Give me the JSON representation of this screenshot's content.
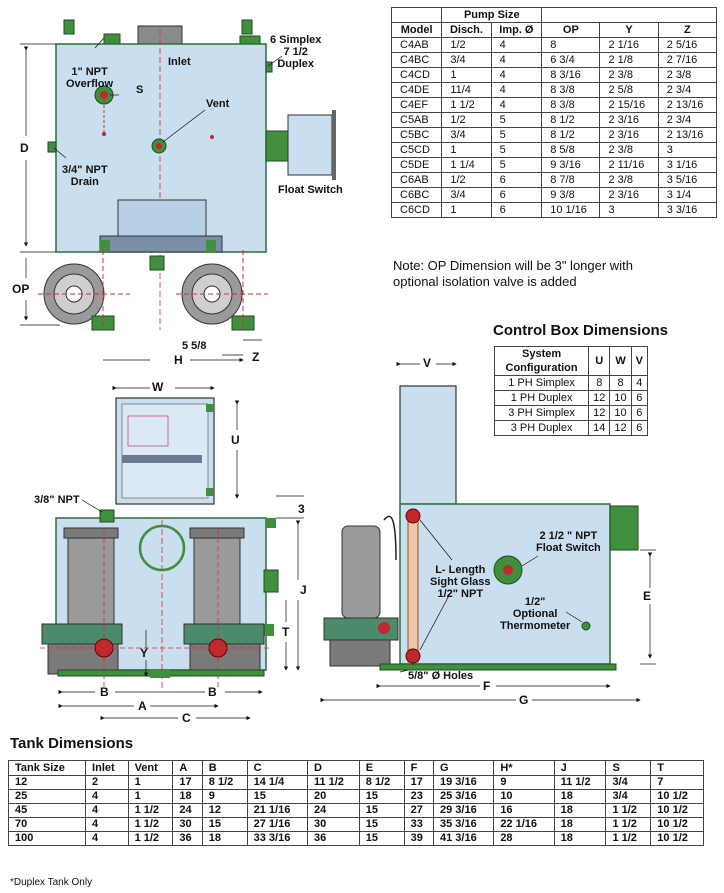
{
  "front_view": {
    "labels": {
      "simplex_duplex": [
        "6 Simplex",
        "7 1/2",
        "Duplex"
      ],
      "inlet": "Inlet",
      "overflow": [
        "1\" NPT",
        "Overflow"
      ],
      "s": "S",
      "vent": "Vent",
      "drain": [
        "3/4\" NPT",
        "Drain"
      ],
      "float_switch": "Float Switch",
      "d": "D",
      "op": "OP",
      "five_5_8": "5 5/8",
      "z": "Z",
      "h": "H"
    }
  },
  "pump_table": {
    "group_header": "Pump Size",
    "headers": [
      "Model",
      "Disch.",
      "Imp. Ø",
      "OP",
      "Y",
      "Z"
    ],
    "rows": [
      [
        "C4AB",
        "1/2",
        "4",
        "8",
        "2 1/16",
        "2 5/16"
      ],
      [
        "C4BC",
        "3/4",
        "4",
        "6 3/4",
        "2 1/8",
        "2 7/16"
      ],
      [
        "C4CD",
        "1",
        "4",
        "8 3/16",
        "2 3/8",
        "2 3/8"
      ],
      [
        "C4DE",
        "11/4",
        "4",
        "8 3/8",
        "2 5/8",
        "2 3/4"
      ],
      [
        "C4EF",
        "1 1/2",
        "4",
        "8 3/8",
        "2 15/16",
        "2 13/16"
      ],
      [
        "C5AB",
        "1/2",
        "5",
        "8 1/2",
        "2 3/16",
        "2 3/4"
      ],
      [
        "C5BC",
        "3/4",
        "5",
        "8 1/2",
        "2 3/16",
        "2 13/16"
      ],
      [
        "C5CD",
        "1",
        "5",
        "8 5/8",
        "2 3/8",
        "3"
      ],
      [
        "C5DE",
        "1 1/4",
        "5",
        "9 3/16",
        "2 11/16",
        "3 1/16"
      ],
      [
        "C6AB",
        "1/2",
        "6",
        "8 7/8",
        "2 3/8",
        "3 5/16"
      ],
      [
        "C6BC",
        "3/4",
        "6",
        "9 3/8",
        "2 3/16",
        "3 1/4"
      ],
      [
        "C6CD",
        "1",
        "6",
        "10 1/16",
        "3",
        "3 3/16"
      ]
    ],
    "note": [
      "Note: OP Dimension will be 3\" longer with",
      "optional isolation valve is added"
    ]
  },
  "control_box": {
    "title": "Control Box Dimensions",
    "headers": [
      "System Configuration",
      "U",
      "W",
      "V"
    ],
    "rows": [
      [
        "1 PH Simplex",
        "8",
        "8",
        "4"
      ],
      [
        "1 PH Duplex",
        "12",
        "10",
        "6"
      ],
      [
        "3 PH Simplex",
        "12",
        "10",
        "6"
      ],
      [
        "3 PH Duplex",
        "14",
        "12",
        "6"
      ]
    ]
  },
  "lower_front": {
    "labels": {
      "w": "W",
      "u": "U",
      "npt_38": "3/8\" NPT",
      "three": "3",
      "j": "J",
      "t": "T",
      "y": "Y",
      "b1": "B",
      "b2": "B",
      "a": "A",
      "c": "C"
    }
  },
  "side_view": {
    "labels": {
      "v": "V",
      "float_switch_npt": [
        "2 1/2 \" NPT",
        "Float Switch"
      ],
      "sight_glass": [
        "L- Length",
        "Sight Glass",
        "1/2\" NPT"
      ],
      "thermometer": [
        "1/2\"",
        "Optional",
        "Thermometer"
      ],
      "e": "E",
      "holes": "5/8\" Ø Holes",
      "f": "F",
      "g": "G"
    }
  },
  "tank_table": {
    "title": "Tank Dimensions",
    "headers": [
      "Tank Size",
      "Inlet",
      "Vent",
      "A",
      "B",
      "C",
      "D",
      "E",
      "F",
      "G",
      "H*",
      "J",
      "S",
      "T"
    ],
    "rows": [
      [
        "12",
        "2",
        "1",
        "17",
        "8 1/2",
        "14 1/4",
        "11 1/2",
        "8 1/2",
        "17",
        "19 3/16",
        "9",
        "11 1/2",
        "3/4",
        "7"
      ],
      [
        "25",
        "4",
        "1",
        "18",
        "9",
        "15",
        "20",
        "15",
        "23",
        "25 3/16",
        "10",
        "18",
        "3/4",
        "10 1/2"
      ],
      [
        "45",
        "4",
        "1 1/2",
        "24",
        "12",
        "21 1/16",
        "24",
        "15",
        "27",
        "29 3/16",
        "16",
        "18",
        "1 1/2",
        "10 1/2"
      ],
      [
        "70",
        "4",
        "1 1/2",
        "30",
        "15",
        "27 1/16",
        "30",
        "15",
        "33",
        "35 3/16",
        "22 1/16",
        "18",
        "1 1/2",
        "10 1/2"
      ],
      [
        "100",
        "4",
        "1 1/2",
        "36",
        "18",
        "33 3/16",
        "36",
        "15",
        "39",
        "41 3/16",
        "28",
        "18",
        "1 1/2",
        "10 1/2"
      ]
    ],
    "footnote": "*Duplex Tank Only"
  },
  "colors": {
    "tank_fill": "#c9dff0",
    "tank_stroke": "#2a6f3a",
    "pump_gray": "#9a9a9a",
    "port_red": "#c0282d",
    "port_green": "#3f8f3f",
    "dim_red": "#d03030"
  }
}
